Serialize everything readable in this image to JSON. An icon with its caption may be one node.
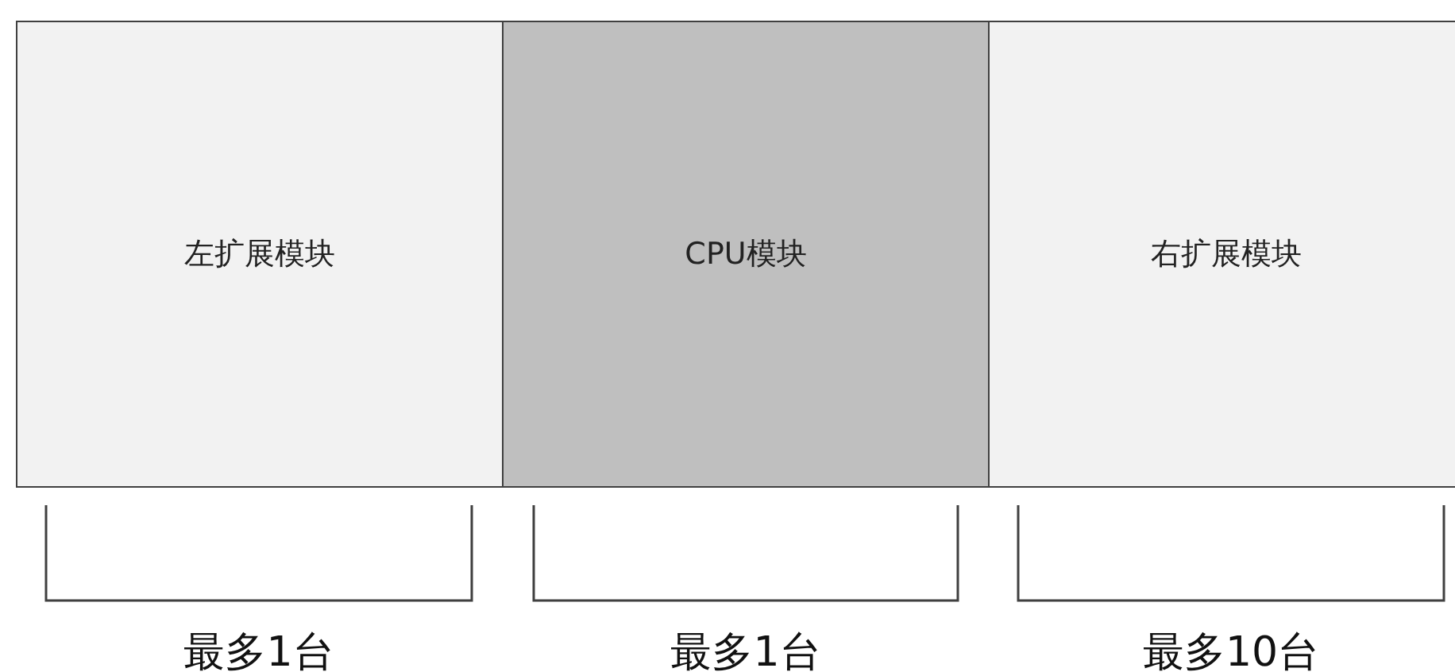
{
  "diagram": {
    "nodes": [
      {
        "text": [
          "左扩展模块"
        ]
      },
      {
        "text": [
          "CPU模块"
        ]
      },
      {
        "text": [
          "右扩展模块"
        ]
      }
    ],
    "labels": [
      "最多1台",
      "最多1台",
      "最多10台"
    ]
  }
}
